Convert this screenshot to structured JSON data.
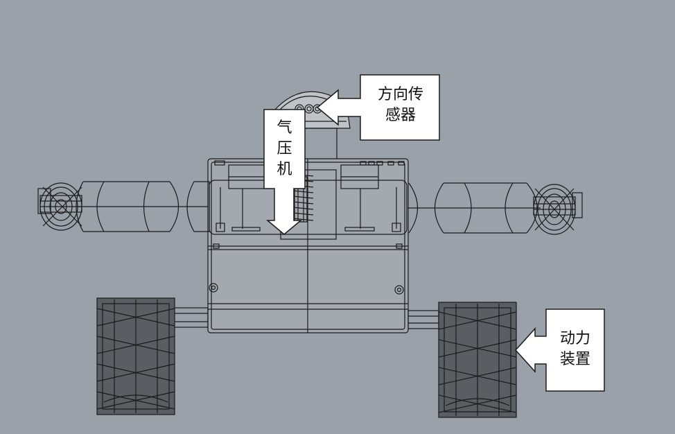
{
  "colors": {
    "background": "#9aa1a8",
    "line": "#1a1a1a",
    "label_fill": "#ffffff"
  },
  "labels": {
    "direction_sensor": "方向传\n感器",
    "air_compressor": "气\n压\n机",
    "power_unit": "动力\n装置"
  },
  "icons": {
    "arrow": "arrow-pointer-icon"
  }
}
